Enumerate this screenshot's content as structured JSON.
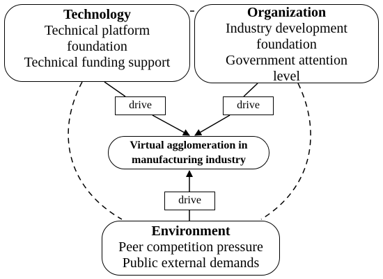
{
  "technology": {
    "title": "Technology",
    "lines": [
      "Technical platform",
      "foundation",
      "Technical funding support"
    ]
  },
  "organization": {
    "title": "Organization",
    "lines": [
      "Industry development",
      "foundation",
      "Government attention",
      "level"
    ]
  },
  "environment": {
    "title": "Environment",
    "lines": [
      "Peer competition pressure",
      "Public external demands"
    ]
  },
  "center": {
    "lines": [
      "Virtual agglomeration in",
      "manufacturing industry"
    ]
  },
  "edges": {
    "left_label": "drive",
    "right_label": "drive",
    "bottom_label": "drive"
  }
}
